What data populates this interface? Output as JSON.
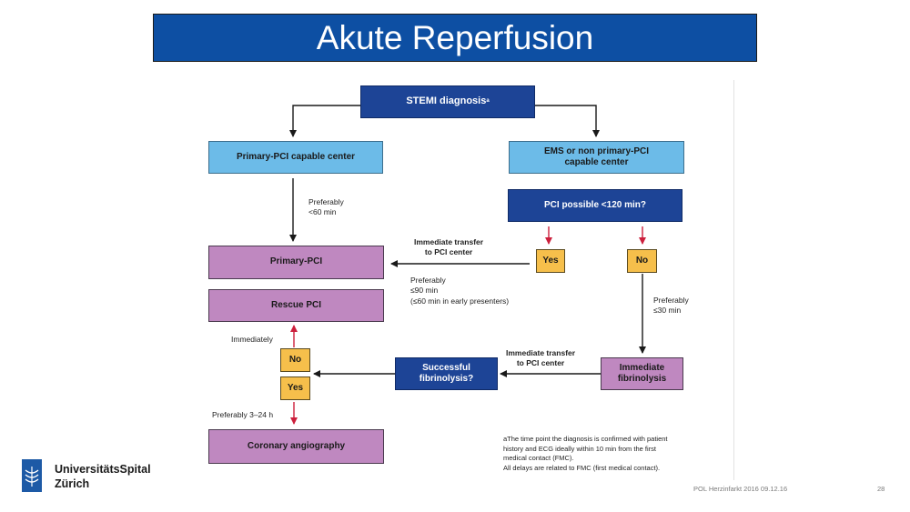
{
  "title": "Akute Reperfusion",
  "boxes": {
    "stemi": "STEMI diagnosis",
    "stemi_superscript": "a",
    "pci_center": "Primary-PCI capable center",
    "ems": "EMS or non primary-PCI\ncapable center",
    "pci_possible": "PCI possible <120 min?",
    "yes_top": "Yes",
    "no_top": "No",
    "primary_pci": "Primary-PCI",
    "rescue_pci": "Rescue PCI",
    "no_bottom": "No",
    "yes_bottom": "Yes",
    "successful_fibrinolysis": "Successful\nfibrinolysis?",
    "immediate_fibrinolysis": "Immediate\nfibrinolysis",
    "coronary_angiography": "Coronary angiography"
  },
  "labels": {
    "preferably_60": "Preferably\n<60 min",
    "transfer_top": "Immediate transfer\nto PCI center",
    "preferably_90": "Preferably\n≤90 min\n(≤60 min in early presenters)",
    "preferably_30": "Preferably\n≤30 min",
    "immediately": "Immediately",
    "transfer_bottom": "Immediate transfer\nto PCI center",
    "preferably_3_24": "Preferably 3–24 h"
  },
  "footnote": "aThe time point the diagnosis is confirmed with patient\nhistory and ECG ideally within 10 min from the first\nmedical contact (FMC).\nAll delays are related to FMC (first medical contact).",
  "logo_text": "UniversitätsSpital\nZürich",
  "footer": "POL Herzinfarkt 2016   09.12.16",
  "page_number": "28",
  "colors": {
    "title_bg": "#0d4fa3",
    "navy": "#1d4496",
    "sky": "#6cbbe8",
    "purple": "#bf88c0",
    "yellow": "#f6bf4b",
    "red_arrow": "#cc1f3c",
    "black_arrow": "#1a1a1a"
  }
}
